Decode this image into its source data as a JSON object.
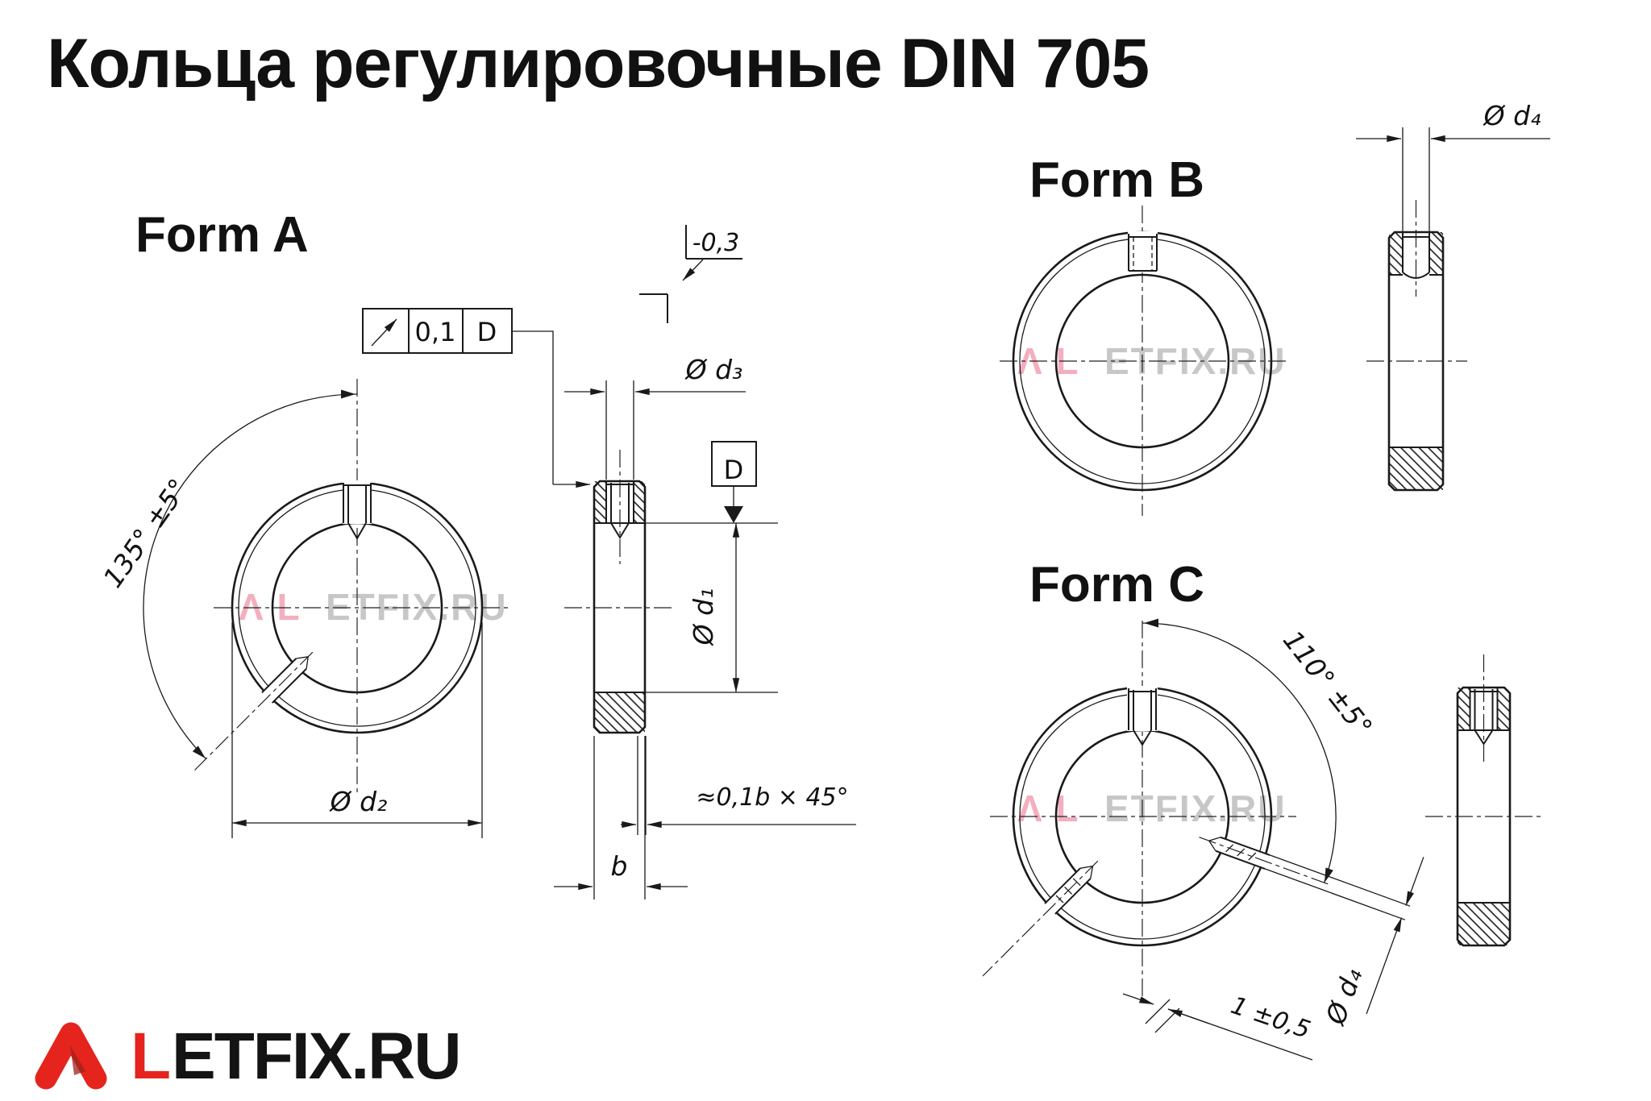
{
  "title": "Кольца регулировочные DIN 705",
  "forms": {
    "a": {
      "label": "Form A"
    },
    "b": {
      "label": "Form B"
    },
    "c": {
      "label": "Form C"
    }
  },
  "dimensions": {
    "angle_a": "135° ±5°",
    "outer_diameter": "Ø d₂",
    "thread_diameter": "Ø d₃",
    "bore_diameter": "Ø d₁",
    "width": "b",
    "chamfer": "≈0,1b × 45°",
    "edge_tolerance": "-0,3",
    "runout_value": "0,1",
    "datum": "D",
    "pin_hole_diameter": "Ø d₄",
    "angle_c": "110° ±5°",
    "pin_offset": "1 ±0,5"
  },
  "watermark": {
    "accent": "Λ L",
    "rest": "ETFIX.RU"
  },
  "logo": {
    "initial": "L",
    "rest": "ETFIX.RU"
  },
  "colors": {
    "line": "#1a1a1a",
    "text": "#111111",
    "brand_red": "#e5241d",
    "watermark_accent": "#e8627d",
    "watermark_gray": "#9a9a9a"
  }
}
